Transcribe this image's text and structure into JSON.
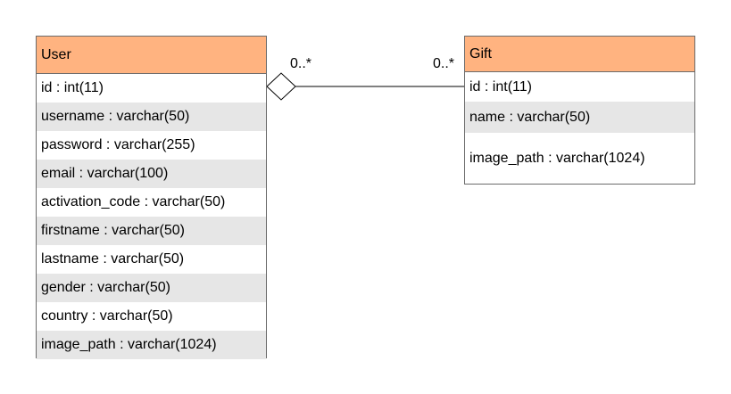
{
  "user_class": {
    "name": "User",
    "attributes": [
      "id : int(11)",
      "username : varchar(50)",
      "password : varchar(255)",
      "email : varchar(100)",
      "activation_code : varchar(50)",
      "firstname : varchar(50)",
      "lastname : varchar(50)",
      "gender : varchar(50)",
      "country : varchar(50)",
      "image_path : varchar(1024)"
    ]
  },
  "gift_class": {
    "name": "Gift",
    "attributes": [
      "id : int(11)",
      "name : varchar(50)",
      "image_path : varchar(1024)"
    ]
  },
  "association": {
    "type": "aggregation",
    "source_multiplicity": "0..*",
    "target_multiplicity": "0..*"
  },
  "colors": {
    "header": "#ffb380",
    "shaded_row": "#e6e6e6",
    "border": "#6b6b6b"
  }
}
